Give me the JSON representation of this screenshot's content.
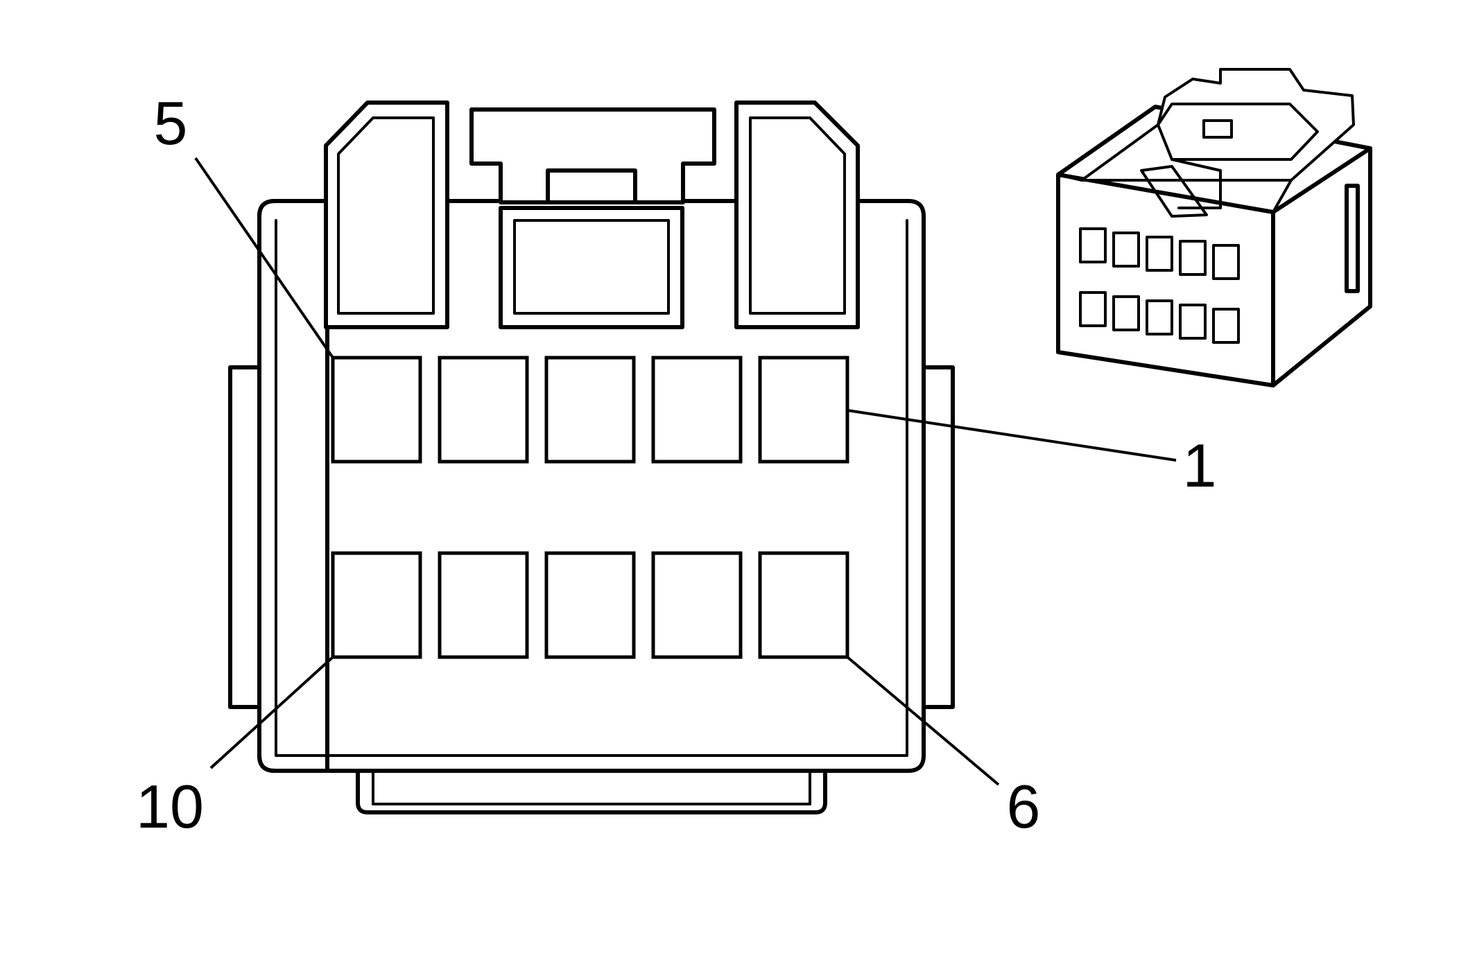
{
  "callouts": {
    "pin_5": "5",
    "pin_1": "1",
    "pin_10": "10",
    "pin_6": "6"
  },
  "connector": {
    "pin_rows": 2,
    "pins_per_row": 5
  },
  "colors": {
    "line": "#000000",
    "background": "#ffffff"
  }
}
